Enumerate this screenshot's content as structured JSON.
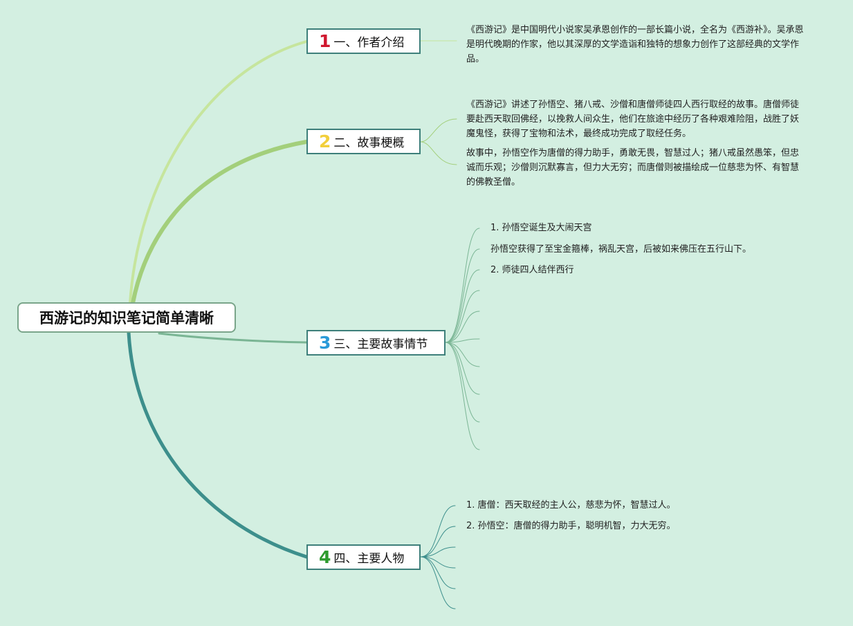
{
  "colors": {
    "background": "#d3efe1",
    "branch1": "#c6e59d",
    "branch2": "#a3cf7b",
    "branch3": "#7ab594",
    "branch4": "#3d8f8c",
    "num1": "#d0172e",
    "num2": "#f2cf3b",
    "num3": "#2a9ad8",
    "num4": "#2e9a2e"
  },
  "root": {
    "title": "西游记的知识笔记简单清晰"
  },
  "topics": [
    {
      "num": "1",
      "label": "一、作者介绍",
      "notes": [
        "《西游记》是中国明代小说家吴承恩创作的一部长篇小说，全名为《西游补》。吴承恩是明代晚期的作家，他以其深厚的文学造诣和独特的想象力创作了这部经典的文学作品。"
      ]
    },
    {
      "num": "2",
      "label": "二、故事梗概",
      "notes": [
        "《西游记》讲述了孙悟空、猪八戒、沙僧和唐僧师徒四人西行取经的故事。唐僧师徒要赴西天取回佛经，以挽救人间众生，他们在旅途中经历了各种艰难险阻，战胜了妖魔鬼怪，获得了宝物和法术，最终成功完成了取经任务。",
        "故事中，孙悟空作为唐僧的得力助手，勇敢无畏，智慧过人；猪八戒虽然愚笨，但忠诚而乐观；沙僧则沉默寡言，但力大无穷；而唐僧则被描绘成一位慈悲为怀、有智慧的佛教圣僧。"
      ]
    },
    {
      "num": "3",
      "label": "三、主要故事情节",
      "items": [
        "1. 孙悟空诞生及大闹天宫",
        "孙悟空获得了至宝金箍棒，祸乱天宫，后被如来佛压在五行山下。",
        "2. 师徒四人结伴西行"
      ]
    },
    {
      "num": "4",
      "label": "四、主要人物",
      "items": [
        "1. 唐僧：西天取经的主人公，慈悲为怀，智慧过人。",
        "2. 孙悟空：唐僧的得力助手，聪明机智，力大无穷。"
      ]
    }
  ]
}
